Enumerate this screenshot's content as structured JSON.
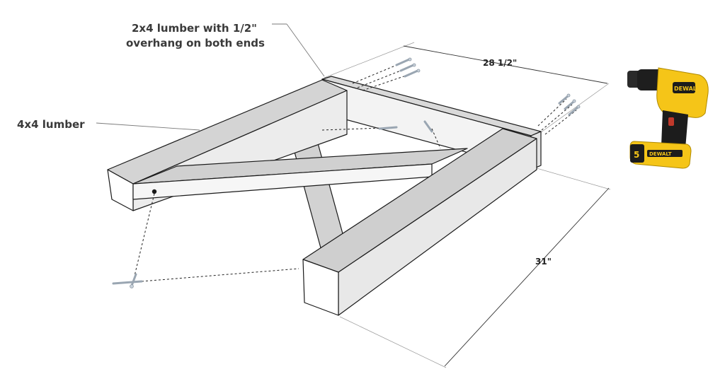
{
  "annotations": {
    "top_label_line1": "2x4 lumber with 1/2\"",
    "top_label_line2": "overhang on both ends",
    "side_label": "4x4 lumber"
  },
  "dimensions": {
    "width": "28 1/2\"",
    "length": "31\""
  },
  "drill": {
    "brand": "DEWALT",
    "battery_voltage": "5",
    "colors": {
      "body": "#f5c518",
      "grip": "#1c1c1c",
      "chuck": "#2a2a2a"
    }
  },
  "colors": {
    "top_face": "#d6d6d6",
    "side_face": "#f2f2f2",
    "end_face": "#ffffff",
    "dark_side": "#bdbdbd"
  }
}
